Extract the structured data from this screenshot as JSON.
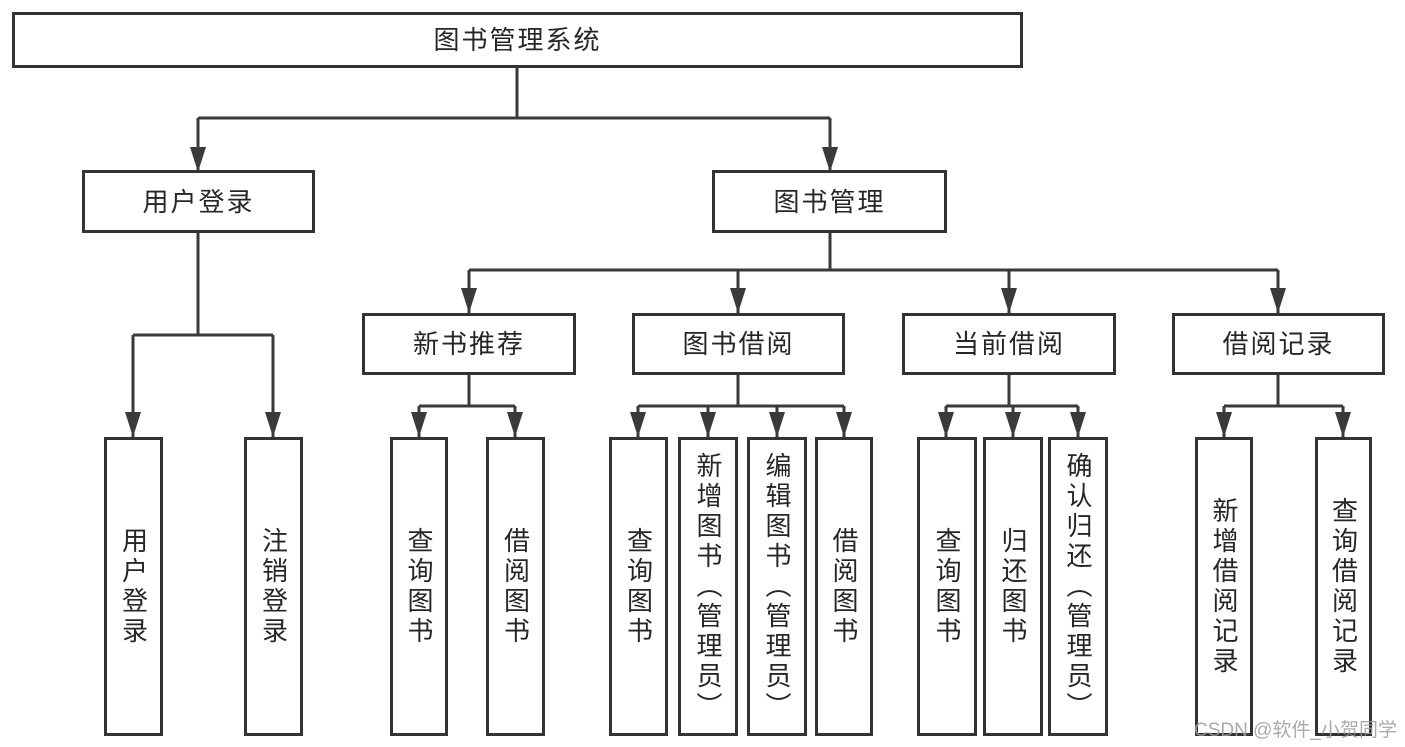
{
  "tree": {
    "root": {
      "label": "图书管理系统"
    },
    "branches": [
      {
        "label": "用户登录",
        "leaves": [
          {
            "label": "用户登录"
          },
          {
            "label": "注销登录"
          }
        ]
      },
      {
        "label": "图书管理",
        "groups": [
          {
            "label": "新书推荐",
            "leaves": [
              {
                "label": "查询图书"
              },
              {
                "label": "借阅图书"
              }
            ]
          },
          {
            "label": "图书借阅",
            "leaves": [
              {
                "label": "查询图书"
              },
              {
                "label": "新增图书（管理员）"
              },
              {
                "label": "编辑图书（管理员）"
              },
              {
                "label": "借阅图书"
              }
            ]
          },
          {
            "label": "当前借阅",
            "leaves": [
              {
                "label": "查询图书"
              },
              {
                "label": "归还图书"
              },
              {
                "label": "确认归还（管理员）"
              }
            ]
          },
          {
            "label": "借阅记录",
            "leaves": [
              {
                "label": "新增借阅记录"
              },
              {
                "label": "查询借阅记录"
              }
            ]
          }
        ]
      }
    ]
  },
  "watermark": {
    "text": "CSDN @软件_小贺同学"
  },
  "colors": {
    "line": "#3a3a3a",
    "border": "#333333",
    "text": "#262626",
    "background": "#ffffff",
    "watermark": "#9c9c9c"
  }
}
